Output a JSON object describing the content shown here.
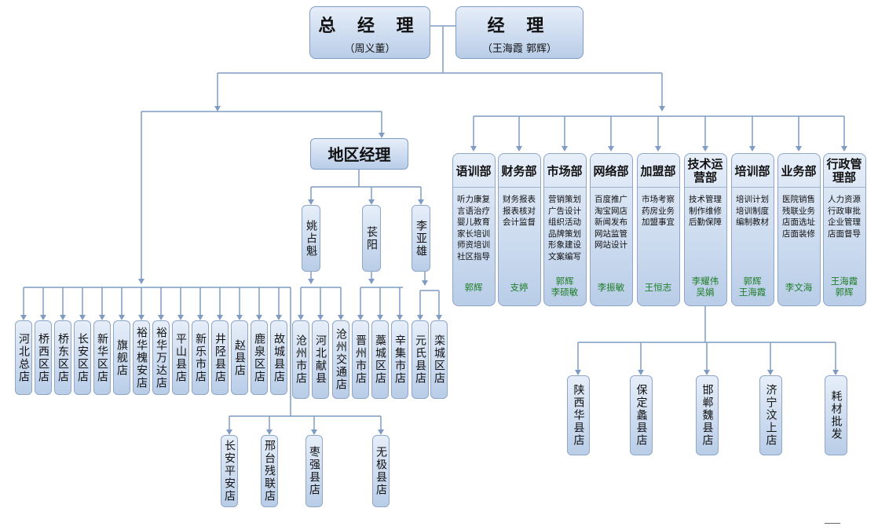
{
  "gm": {
    "title": "总 经 理",
    "name": "（周义董）"
  },
  "mgr": {
    "title": "经   理",
    "names": "（王海霞   郭辉）"
  },
  "region": {
    "title": "地区经理",
    "managers": [
      "姚占魁",
      "苌阳",
      "李亚雄"
    ]
  },
  "direct_stores": [
    "河北总店",
    "桥西区店",
    "桥东区店",
    "长安区店",
    "新华区店",
    "旗舰店",
    "裕华槐安店",
    "裕华万达店",
    "平山县店",
    "新乐市店",
    "井陉县店",
    "赵县店",
    "鹿泉区店",
    "故城县店"
  ],
  "yao_stores": [
    "沧州市店",
    "河北献县",
    "沧州交通店"
  ],
  "chang_stores": [
    "晋州市店",
    "藁城区店",
    "辛集市店"
  ],
  "li_stores": [
    "元氏县店",
    "栾城区店"
  ],
  "lower_stores": [
    "长安平安店",
    "邢台残联店",
    "枣强县店",
    "无极县店"
  ],
  "departments": [
    {
      "name": "语训部",
      "duties": "听力康复\n言语治疗\n婴儿教育\n家长培训\n师资培训\n社区指导",
      "people": "郭辉"
    },
    {
      "name": "财务部",
      "duties": "财务报表\n报表核对\n会计监督",
      "people": "支婷"
    },
    {
      "name": "市场部",
      "duties": "营销策划\n广告设计\n组织活动\n品牌策划\n形象建设\n文案编写",
      "people": "郭辉\n李硕敏"
    },
    {
      "name": "网络部",
      "duties": "百度推广\n淘宝网店\n新闻发布\n网站监管\n网站设计",
      "people": "李振敏"
    },
    {
      "name": "加盟部",
      "duties": "市场考察\n药房业务\n加盟事宜",
      "people": "王恒志"
    },
    {
      "name": "技术运营部",
      "duties": "技术管理\n制作维修\n后勤保障",
      "people": "李耀伟\n吴娟"
    },
    {
      "name": "培训部",
      "duties": "培训计划\n培训制度\n编制教材",
      "people": "郭辉\n王海霞"
    },
    {
      "name": "业务部",
      "duties": "医院销售\n残联业务\n店面选址\n店面装修",
      "people": "李文海"
    },
    {
      "name": "行政管理部",
      "duties": "人力资源\n行政审批\n企业管理\n店面督导",
      "people": "王海霞\n郭辉"
    }
  ],
  "tech_stores": [
    "陕西华县店",
    "保定蠡县店",
    "邯郸魏县店",
    "济宁汶上店",
    "耗材批发"
  ],
  "colors": {
    "line": "#7f9cc4",
    "box_top": "#e6eef9",
    "box_bottom": "#b9cde8",
    "person": "#1e7d27"
  }
}
